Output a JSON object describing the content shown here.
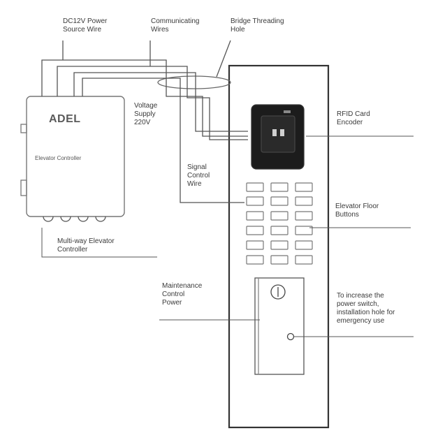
{
  "controller": {
    "brand": "ADEL",
    "name": "Elevator Controller"
  },
  "labels": {
    "power_wire": "DC12V Power\nSource Wire",
    "comm_wires": "Communicating\nWires",
    "bridge_hole": "Bridge Threading\nHole",
    "voltage": "Voltage\nSupply\n220V",
    "rfid": "RFID Card\nEncoder",
    "signal": "Signal\nControl\nWire",
    "floor_buttons": "Elevator Floor\nButtons",
    "multiway": "Multi-way Elevator\nController",
    "maintenance": "Maintenance\nControl\nPower",
    "increase": "To increase the\npower switch,\ninstallation hole for\nemergency use"
  }
}
